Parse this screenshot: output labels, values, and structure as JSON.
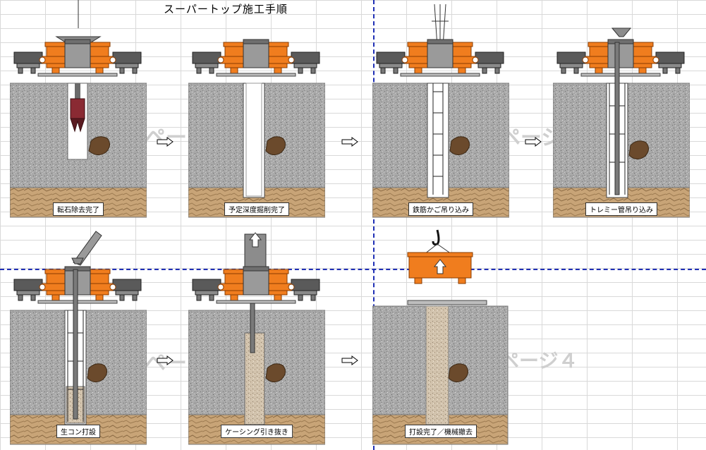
{
  "title": "スーパートップ施工手順",
  "watermark_page_text": "ページ４",
  "watermark_fragment_1": "ペー",
  "watermark_fragment_2": "ページ",
  "steps": [
    {
      "label": "転石除去完了"
    },
    {
      "label": "予定深度掘削完了"
    },
    {
      "label": "鉄筋かご吊り込み"
    },
    {
      "label": "トレミー管吊り込み"
    },
    {
      "label": "生コン打設"
    },
    {
      "label": "ケーシング引き抜き"
    },
    {
      "label": "打設完了／機械撤去"
    }
  ],
  "colors": {
    "machine_orange": "#f07d1e",
    "machine_dark": "#555555",
    "soil_gray": "#a9a9a9",
    "soil_brown": "#b89466",
    "rock": "#6b4a2c",
    "page_break": "#1f2fb5"
  }
}
